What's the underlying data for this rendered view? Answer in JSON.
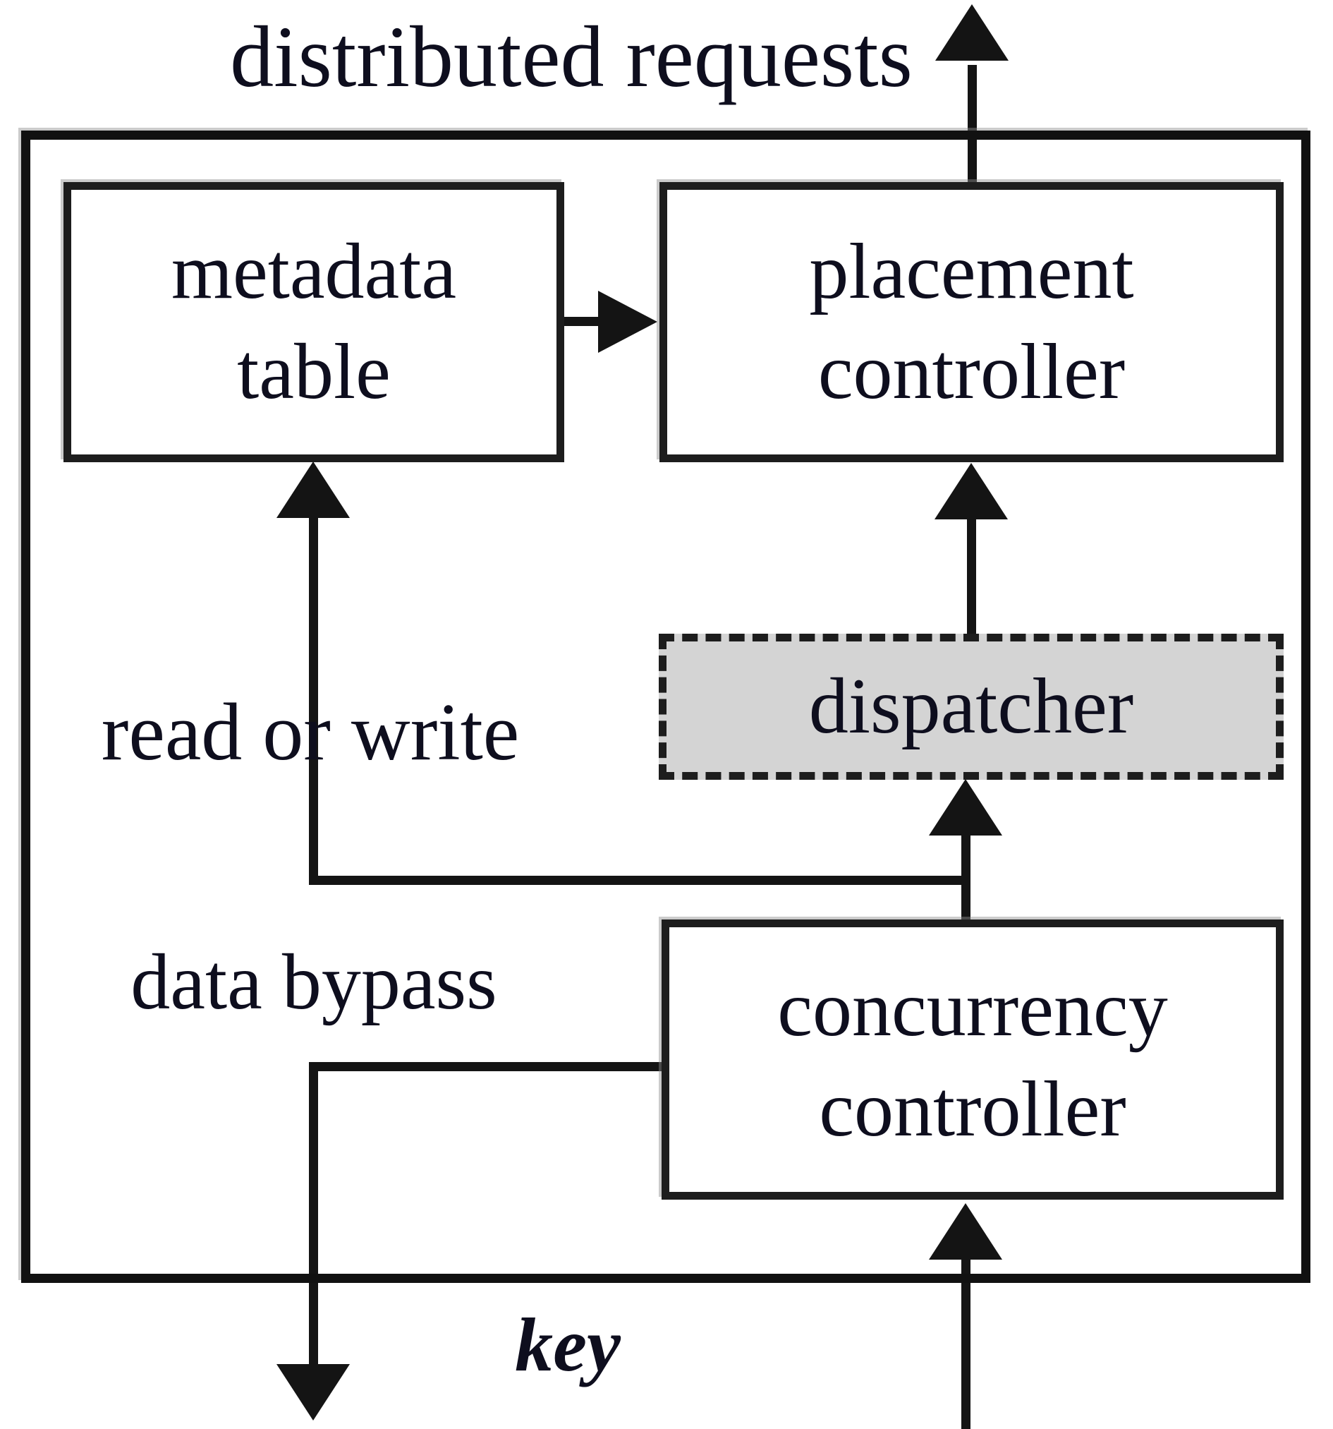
{
  "diagram": {
    "title_label": "distributed requests",
    "boxes": [
      {
        "name": "metadata table",
        "lines": [
          "metadata",
          "table"
        ]
      },
      {
        "name": "placement controller",
        "lines": [
          "placement",
          "controller"
        ]
      },
      {
        "name": "dispatcher",
        "lines": [
          "dispatcher"
        ]
      },
      {
        "name": "concurrency controller",
        "lines": [
          "concurrency",
          "controller"
        ]
      }
    ],
    "edge_labels": {
      "read_or_write": "read or write",
      "data_bypass": "data bypass",
      "key": "key"
    },
    "colors": {
      "line": "#141414",
      "text": "#0e0e1e",
      "dispatcher_fill": "#d4d4d4",
      "box_fill": "#ffffff",
      "background": "#ffffff"
    }
  }
}
